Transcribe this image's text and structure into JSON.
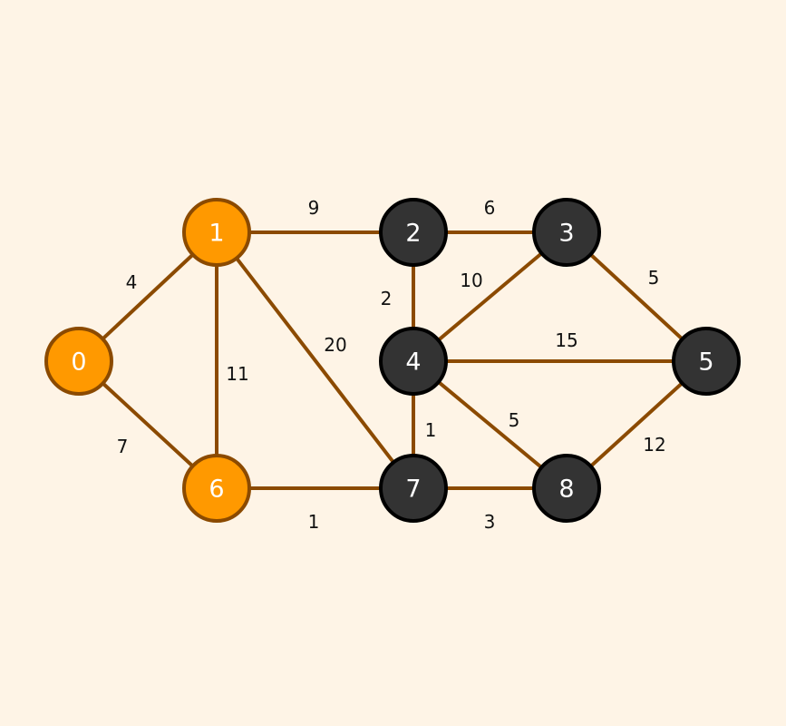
{
  "colors": {
    "background": "#fef4e6",
    "edge": "#8b4a00",
    "visited_fill": "#ff9900",
    "visited_stroke": "#8b4a00",
    "unvisited_fill": "#333333",
    "unvisited_stroke": "#000000",
    "node_text": "#ffffff"
  },
  "nodes": [
    {
      "id": "0",
      "visited": true
    },
    {
      "id": "1",
      "visited": true
    },
    {
      "id": "2",
      "visited": false
    },
    {
      "id": "3",
      "visited": false
    },
    {
      "id": "4",
      "visited": false
    },
    {
      "id": "5",
      "visited": false
    },
    {
      "id": "6",
      "visited": true
    },
    {
      "id": "7",
      "visited": false
    },
    {
      "id": "8",
      "visited": false
    }
  ],
  "edges": [
    {
      "from": "0",
      "to": "1",
      "weight": "4"
    },
    {
      "from": "0",
      "to": "6",
      "weight": "7"
    },
    {
      "from": "1",
      "to": "2",
      "weight": "9"
    },
    {
      "from": "1",
      "to": "6",
      "weight": "11"
    },
    {
      "from": "1",
      "to": "7",
      "weight": "20"
    },
    {
      "from": "6",
      "to": "7",
      "weight": "1"
    },
    {
      "from": "2",
      "to": "3",
      "weight": "6"
    },
    {
      "from": "2",
      "to": "4",
      "weight": "2"
    },
    {
      "from": "3",
      "to": "4",
      "weight": "10"
    },
    {
      "from": "3",
      "to": "5",
      "weight": "5"
    },
    {
      "from": "4",
      "to": "5",
      "weight": "15"
    },
    {
      "from": "4",
      "to": "7",
      "weight": "1"
    },
    {
      "from": "4",
      "to": "8",
      "weight": "5"
    },
    {
      "from": "7",
      "to": "8",
      "weight": "3"
    },
    {
      "from": "5",
      "to": "8",
      "weight": "12"
    }
  ]
}
